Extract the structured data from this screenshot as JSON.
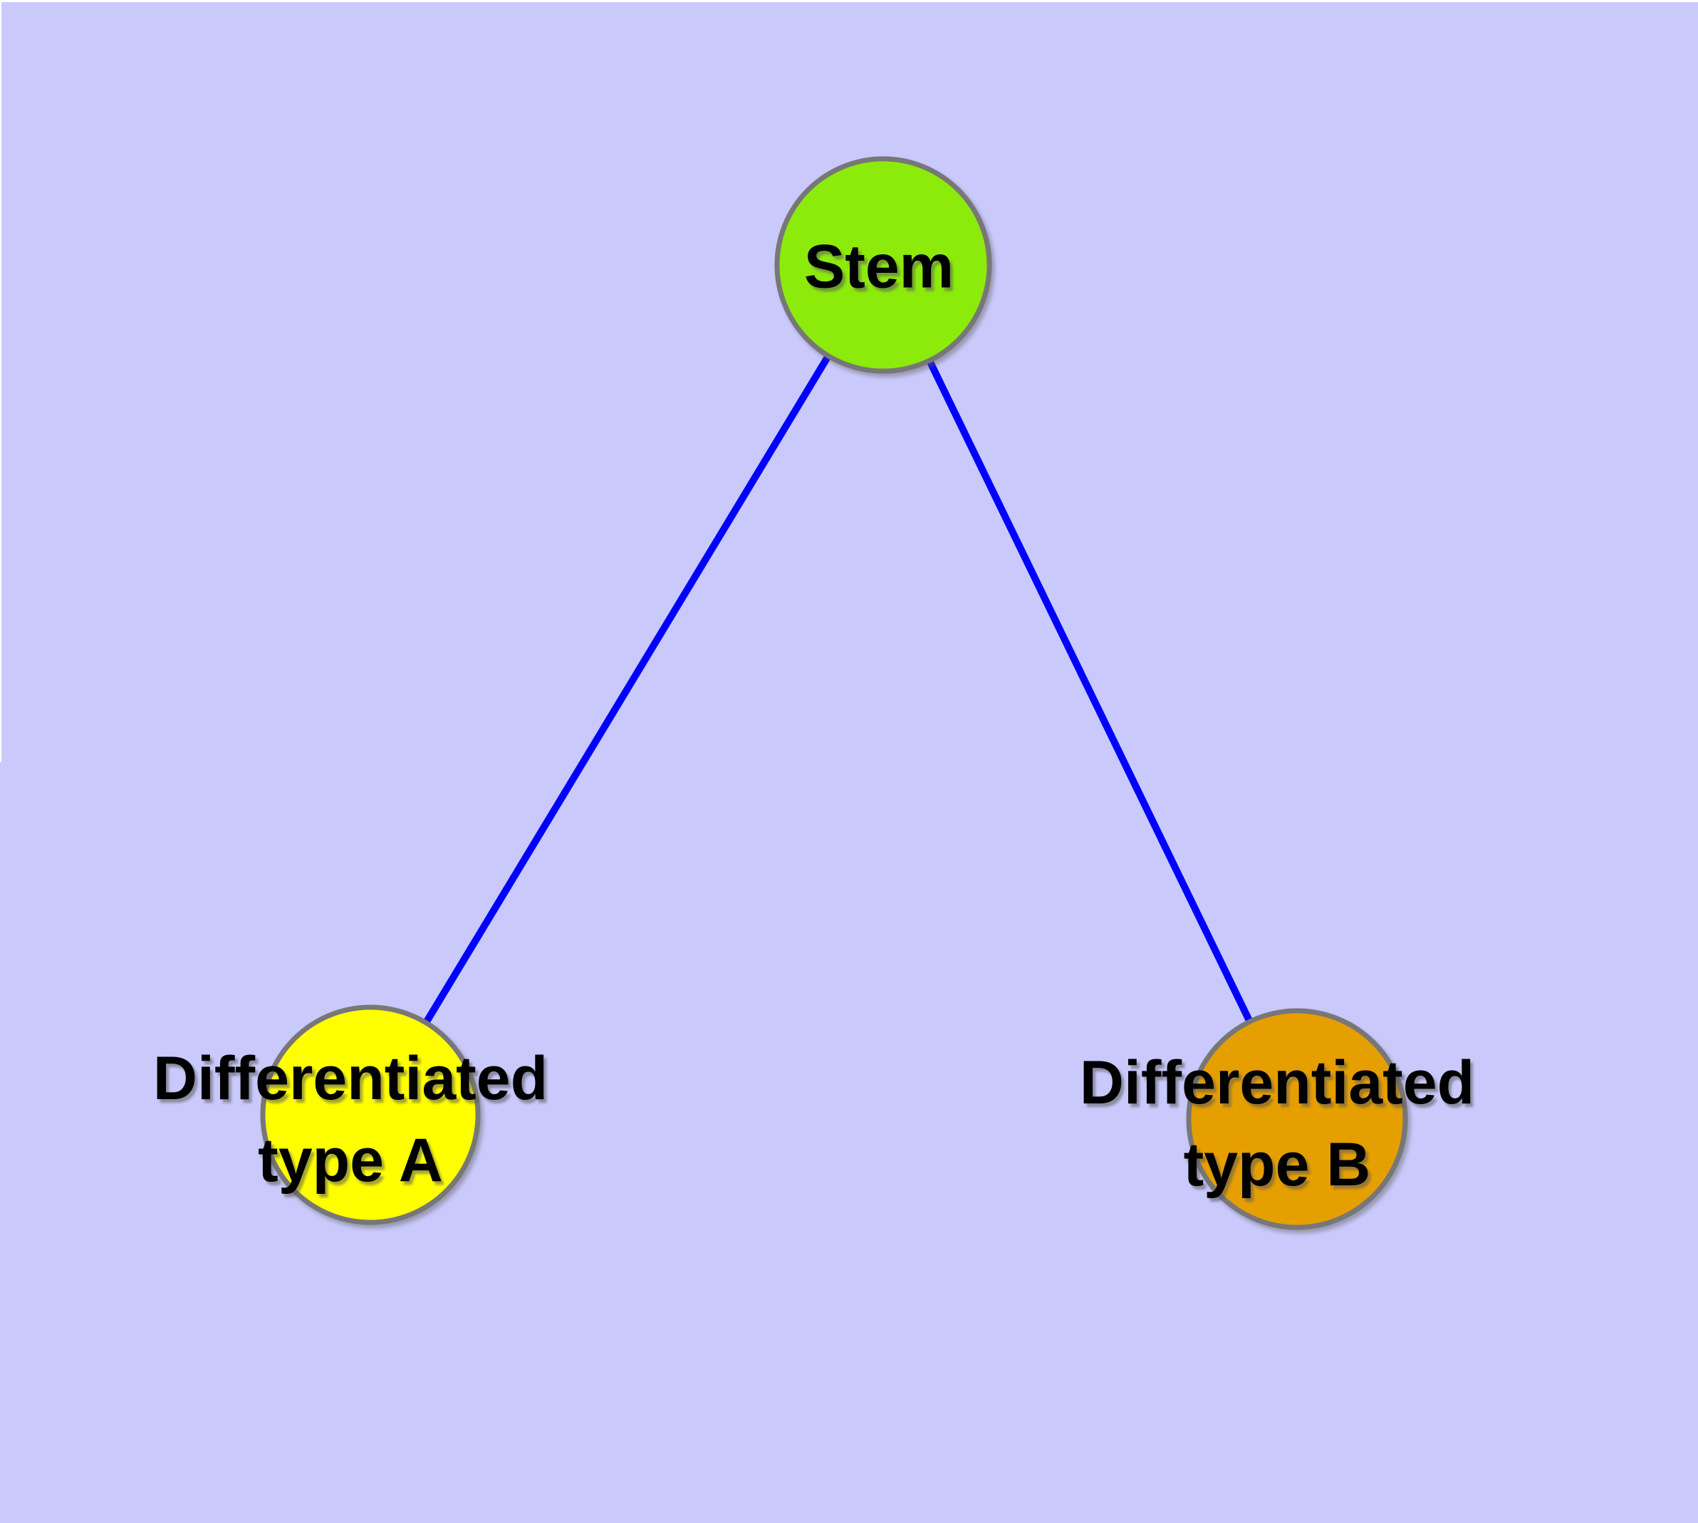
{
  "canvas": {
    "background_color": "#C9C9FB",
    "margin_color": "#FFFFFF"
  },
  "graph": {
    "nodes": [
      {
        "id": "stem",
        "label": "Stem",
        "fill_color": "#8DEB0C",
        "border_color": "#777777",
        "text_color": "#000000"
      },
      {
        "id": "differentiated-type-a",
        "label": "Differentiated\ntype A",
        "fill_color": "#FFFF00",
        "border_color": "#777777",
        "text_color": "#000000"
      },
      {
        "id": "differentiated-type-b",
        "label": "Differentiated\ntype B",
        "fill_color": "#E69F00",
        "border_color": "#777777",
        "text_color": "#000000"
      }
    ],
    "edges": [
      {
        "from": "stem",
        "to": "differentiated-type-a",
        "color": "#0000FF"
      },
      {
        "from": "stem",
        "to": "differentiated-type-b",
        "color": "#0000FF"
      }
    ]
  }
}
